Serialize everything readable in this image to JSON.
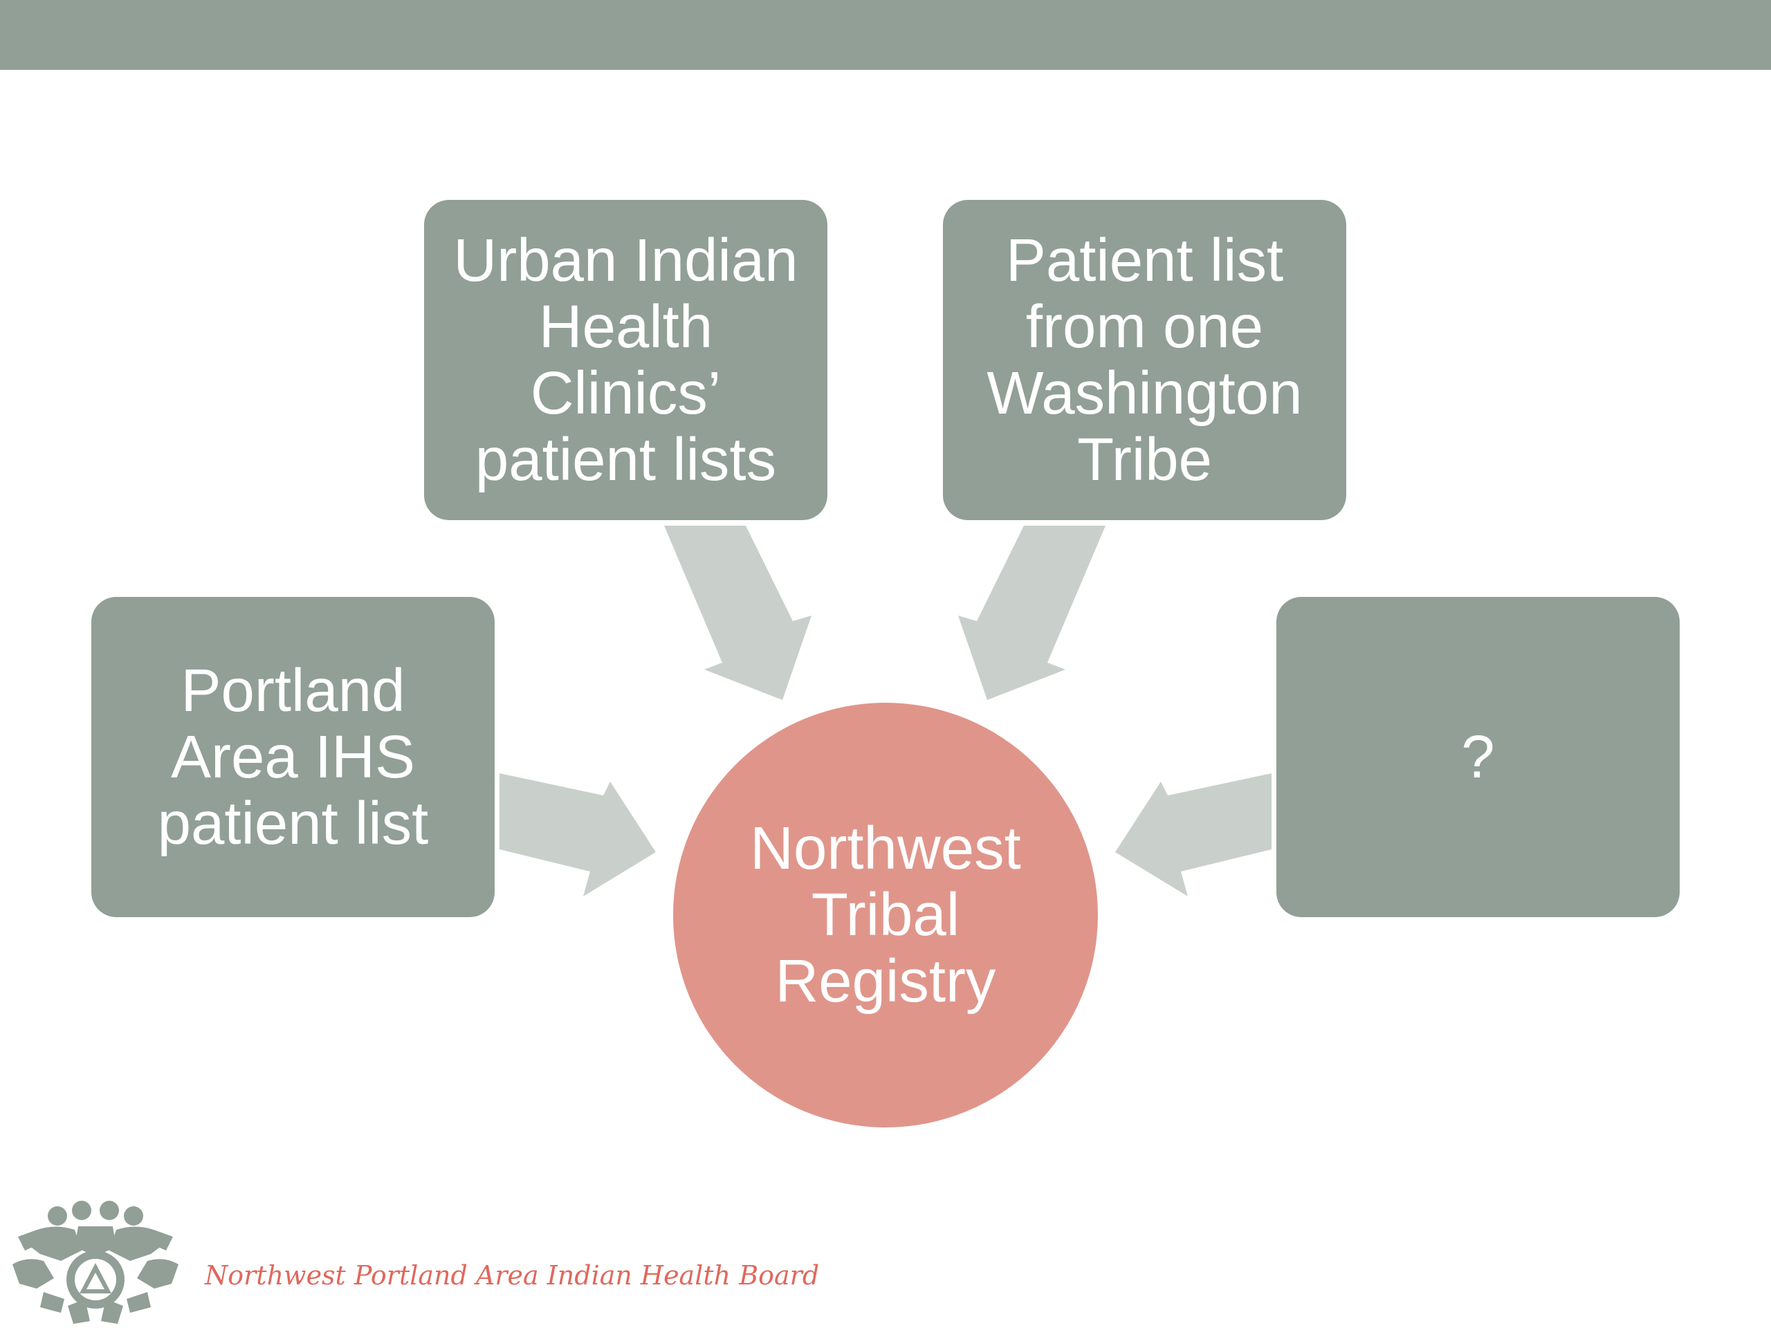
{
  "colors": {
    "header_bar": "#919f97",
    "box_fill": "#919f97",
    "arrow_fill": "#c9d0cb",
    "hub_fill": "#e0958a",
    "footer_text": "#e0685c"
  },
  "diagram": {
    "sources": [
      {
        "id": "urban",
        "label": "Urban Indian\nHealth\nClinics’\npatient lists"
      },
      {
        "id": "tribe",
        "label": "Patient list\nfrom one\nWashington\nTribe"
      },
      {
        "id": "ihs",
        "label": "Portland\nArea IHS\npatient list"
      },
      {
        "id": "unknown",
        "label": "?"
      }
    ],
    "hub": {
      "label": "Northwest\nTribal\nRegistry"
    },
    "arrows": [
      {
        "from": "urban",
        "to": "hub"
      },
      {
        "from": "tribe",
        "to": "hub"
      },
      {
        "from": "ihs",
        "to": "hub"
      },
      {
        "from": "unknown",
        "to": "hub"
      }
    ]
  },
  "footer": {
    "logo_icon": "npaihb-logo-icon",
    "org_name": "Northwest Portland Area Indian Health Board"
  }
}
